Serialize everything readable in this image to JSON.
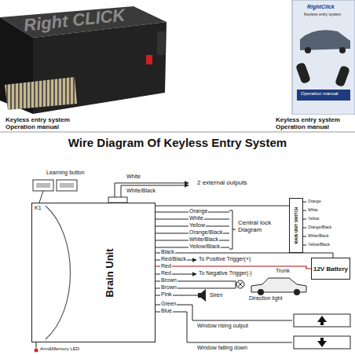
{
  "diagram": {
    "title": "Wire Diagram Of Keyless Entry System",
    "nodes": [
      {
        "text": [
          "Brain Unit"
        ]
      },
      {
        "text": [
          "MAIN UNIT SWITCH"
        ]
      },
      {
        "text": [
          "12V Battery"
        ]
      }
    ],
    "edges": [
      {
        "from": 0,
        "to": 1,
        "arrow": "none"
      },
      {
        "from": 0,
        "to": 2,
        "arrow": "none"
      }
    ],
    "labels": [
      "Right CLICK",
      "RightClick",
      "Keyless entry system",
      "Operation manual",
      "Keyless entry system",
      "Operation manual",
      "Keyless entry system",
      "Operation manual",
      "Learning button",
      "K1",
      "White",
      "White/Black",
      "2 external outputs",
      "Orange",
      "White",
      "Yellow",
      "Orange/Black",
      "White/Black",
      "Yellow/Black",
      "Central lock Diagram",
      "Orange",
      "White",
      "Yellow",
      "Orange/Black",
      "White/Black",
      "Yellow/Black",
      "Black",
      "Red/Black",
      "To Positive Trigger(+)",
      "Red",
      "Red",
      "To Negative Trigger(-)",
      "Trunk",
      "Brown",
      "Brown",
      "Direction light",
      "Pink",
      "Siren",
      "Green",
      "Blue",
      "Window rising output",
      "Window falling down",
      "Arm&Memory LED"
    ]
  }
}
